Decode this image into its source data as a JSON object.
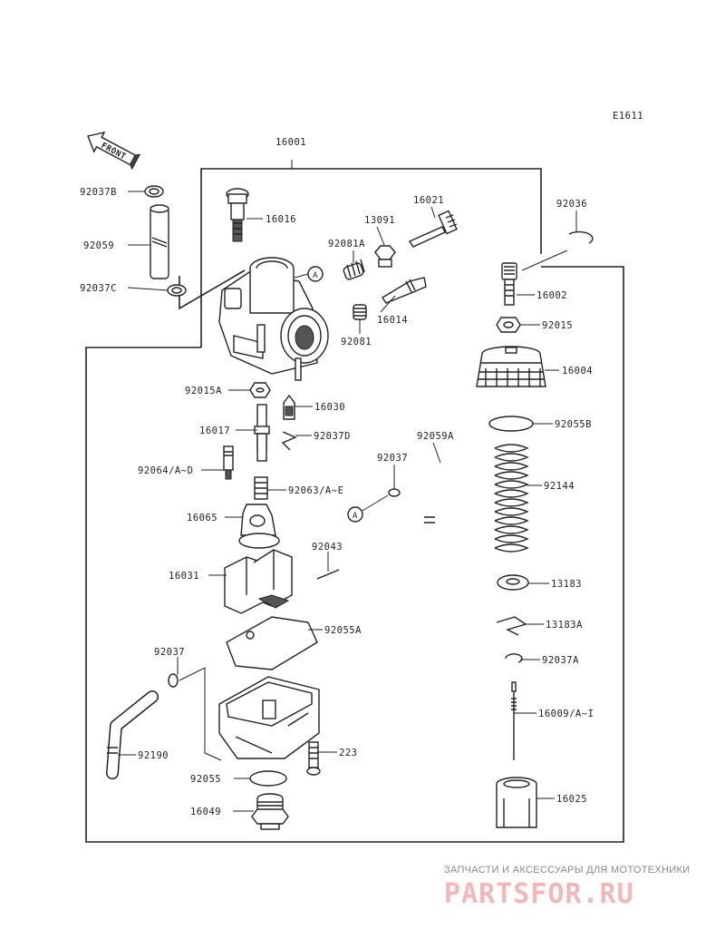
{
  "diagram_code": "E1611",
  "front_label": "FRONT",
  "assembly_ref": "16001",
  "callout": "A",
  "parts": [
    {
      "id": "p16016",
      "label": "16016"
    },
    {
      "id": "p16021",
      "label": "16021"
    },
    {
      "id": "p13091",
      "label": "13091"
    },
    {
      "id": "p92081A",
      "label": "92081A"
    },
    {
      "id": "p16014",
      "label": "16014"
    },
    {
      "id": "p92081",
      "label": "92081"
    },
    {
      "id": "p92037B",
      "label": "92037B"
    },
    {
      "id": "p92059",
      "label": "92059"
    },
    {
      "id": "p92037C",
      "label": "92037C"
    },
    {
      "id": "p92036",
      "label": "92036"
    },
    {
      "id": "p16002",
      "label": "16002"
    },
    {
      "id": "p92015",
      "label": "92015"
    },
    {
      "id": "p16004",
      "label": "16004"
    },
    {
      "id": "p92055B",
      "label": "92055B"
    },
    {
      "id": "p92144",
      "label": "92144"
    },
    {
      "id": "p13183",
      "label": "13183"
    },
    {
      "id": "p13183A",
      "label": "13183A"
    },
    {
      "id": "p92037A",
      "label": "92037A"
    },
    {
      "id": "p16009",
      "label": "16009/A~I"
    },
    {
      "id": "p16025",
      "label": "16025"
    },
    {
      "id": "p92015A",
      "label": "92015A"
    },
    {
      "id": "p16030",
      "label": "16030"
    },
    {
      "id": "p16017",
      "label": "16017"
    },
    {
      "id": "p92037D",
      "label": "92037D"
    },
    {
      "id": "p92064",
      "label": "92064/A~D"
    },
    {
      "id": "p92063",
      "label": "92063/A~E"
    },
    {
      "id": "p92037",
      "label": "92037"
    },
    {
      "id": "p92059A",
      "label": "92059A"
    },
    {
      "id": "p16065",
      "label": "16065"
    },
    {
      "id": "p92043",
      "label": "92043"
    },
    {
      "id": "p16031",
      "label": "16031"
    },
    {
      "id": "p92055A",
      "label": "92055A"
    },
    {
      "id": "p92037b",
      "label": "92037"
    },
    {
      "id": "p92190",
      "label": "92190"
    },
    {
      "id": "p223",
      "label": "223"
    },
    {
      "id": "p92055",
      "label": "92055"
    },
    {
      "id": "p16049",
      "label": "16049"
    }
  ],
  "watermark": {
    "tagline": "ЗАПЧАСТИ И АКСЕССУАРЫ ДЛЯ МОТОТЕХНИКИ",
    "brand": "PARTSFOR.RU"
  },
  "colors": {
    "line": "#222222",
    "watermark_brand": "#f4b7b9",
    "watermark_tagline": "#8a8a8a"
  }
}
